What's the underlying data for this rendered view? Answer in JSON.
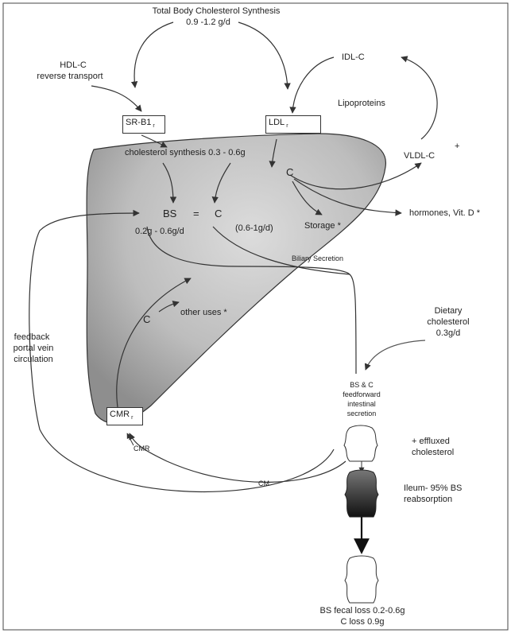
{
  "title_line1": "Total Body Cholesterol Synthesis",
  "title_line2": "0.9 -1.2 g/d",
  "hdl_label": "HDL-C",
  "hdl_sub": "reverse transport",
  "idl_label": "IDL-C",
  "lipoproteins_label": "Lipoproteins",
  "srb1_box": "SR-B1",
  "ldl_box": "LDL",
  "cmr_box": "CMR",
  "box_subscript": "r",
  "vldl_label": "VLDL-C",
  "plus_mark": "+",
  "chol_synth": "cholesterol synthesis 0.3 - 0.6g",
  "c_label": "C",
  "bs_label": "BS",
  "equals": "=",
  "bs_range": "0.2g  -  0.6g/d",
  "c_range": "(0.6-1g/d)",
  "storage": "Storage *",
  "hormones": "hormones, Vit. D *",
  "biliary": "Biliary Secretion",
  "other_uses": "other uses *",
  "feedback": [
    "feedback",
    "portal vein",
    "circulation"
  ],
  "dietary": [
    "Dietary",
    "cholesterol",
    "0.3g/d"
  ],
  "feedforward": [
    "BS & C",
    "feedforward",
    "intestinal",
    "secretion"
  ],
  "effluxed": [
    "+ effluxed",
    "cholesterol"
  ],
  "ileum": [
    "Ileum- 95% BS",
    "reabsorption"
  ],
  "cmr_small": "CMR",
  "cm_label": "CM",
  "fecal": [
    "BS fecal loss 0.2-0.6g",
    "C loss 0.9g"
  ]
}
